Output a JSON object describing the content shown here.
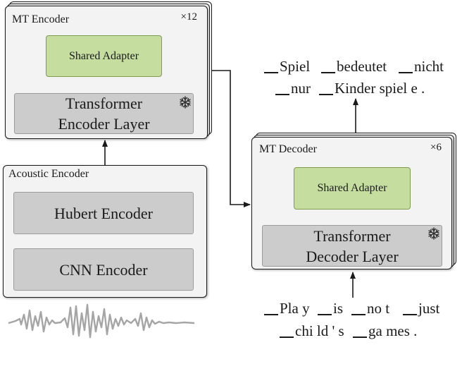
{
  "mt_encoder": {
    "title": "MT Encoder",
    "repeat": "×12",
    "adapter_label": "Shared Adapter",
    "layer_line1": "Transformer",
    "layer_line2": "Encoder  Layer",
    "frozen_icon": "snowflake-icon"
  },
  "acoustic_encoder": {
    "title": "Acoustic Encoder",
    "hubert_label": "Hubert Encoder",
    "cnn_label": "CNN Encoder",
    "input_icon": "waveform-icon"
  },
  "mt_decoder": {
    "title": "MT Decoder",
    "repeat": "×6",
    "adapter_label": "Shared Adapter",
    "layer_line1": "Transformer",
    "layer_line2": "Decoder  Layer",
    "frozen_icon": "snowflake-icon"
  },
  "output_text": {
    "line1": [
      {
        "mark": true,
        "text": "Spiel"
      },
      {
        "mark": true,
        "text": "bedeutet"
      },
      {
        "mark": true,
        "text": "nicht"
      }
    ],
    "line2": [
      {
        "mark": true,
        "text": "nur"
      },
      {
        "mark": true,
        "text": "Kinder spiel e ."
      }
    ]
  },
  "input_text": {
    "line1": [
      {
        "mark": true,
        "text": "Pla y"
      },
      {
        "mark": true,
        "text": "is"
      },
      {
        "mark": true,
        "text": "no t"
      },
      {
        "mark": true,
        "text": "just"
      }
    ],
    "line2": [
      {
        "mark": true,
        "text": "chi ld ' s"
      },
      {
        "mark": true,
        "text": "ga mes ."
      }
    ]
  },
  "colors": {
    "panel_fill": "#f3f3f3",
    "layer_fill": "#cccccc",
    "adapter_fill": "#c5dea0",
    "adapter_border": "#7e9c4c",
    "waveform": "#a5a5a5"
  }
}
